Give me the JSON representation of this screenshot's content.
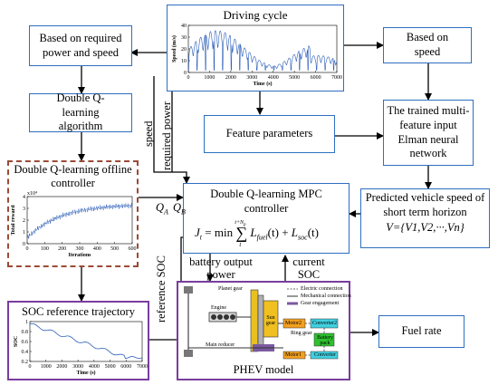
{
  "driving_cycle": {
    "title": "Driving cycle",
    "ylabel": "Speed (m/s)",
    "xlabel": "Time (s)",
    "yticks": [
      "0",
      "10",
      "20",
      "30",
      "40"
    ],
    "xticks": [
      "0",
      "1000",
      "2000",
      "3000",
      "4000",
      "5000",
      "6000",
      "7000"
    ]
  },
  "boxes": {
    "based_power_speed": "Based on required power and speed",
    "based_speed": "Based on speed",
    "dql_algorithm": "Double Q-learning algorithm",
    "feature_params": "Feature parameters",
    "elman": "The trained multi-feature input Elman neural network",
    "offline_title": "Double Q-learning offline controller",
    "mpc_title": "Double Q-learning MPC  controller",
    "predicted": "Predicted vehicle speed of short term horizon",
    "soc_title": "SOC reference trajectory",
    "phev_title": "PHEV model",
    "fuel_rate": "Fuel rate"
  },
  "formulas": {
    "mpc_lhs": "J",
    "mpc_sub": "t",
    "mpc_eq": "= min",
    "mpc_sum_top": "t+N",
    "mpc_sum_top_sub": "p",
    "mpc_sum_bot": "t",
    "mpc_term1": "L",
    "mpc_term1_sub": "fuel",
    "mpc_arg": "(t)",
    "mpc_plus": "+",
    "mpc_term2": "L",
    "mpc_term2_sub": "soc",
    "pred_vec": "V={V1,V2,···,Vn}"
  },
  "labels": {
    "speed": "speed",
    "required_power": "required power",
    "qa": "Q",
    "qa_sub": "A",
    "qb": "Q",
    "qb_sub": "B",
    "reference_soc": "reference SOC",
    "battery_output_power": "battery output power",
    "current_soc": "current SOC"
  },
  "reward_chart": {
    "ylabel": "Total reward",
    "xlabel": "Iterations",
    "exp": "x10⁴",
    "yticks": [
      "0",
      "1",
      "2",
      "3",
      "4"
    ],
    "xticks": [
      "0",
      "100",
      "200",
      "300",
      "400",
      "500",
      "600"
    ]
  },
  "soc_chart": {
    "ylabel": "SOC",
    "xlabel": "Time (s)",
    "yticks": [
      "0.2",
      "0.4",
      "0.6",
      "0.8",
      "1"
    ],
    "xticks": [
      "0",
      "1000",
      "2000",
      "3000",
      "4000",
      "5000",
      "6000",
      "7000"
    ]
  },
  "phev": {
    "planet_gear": "Planet gear",
    "engine": "Engine",
    "sun_gear": "Sun gear",
    "motor2": "Motor2",
    "converter2": "Converter2",
    "ring_gear": "Ring gear",
    "battery_pack": "Battery pack",
    "main_reducer": "Main reducer",
    "motor1": "Motor1",
    "converter": "Converter",
    "legend_electric": "Electric connection",
    "legend_mechanical": "Mechanical connection",
    "legend_gear": "Gear engagement"
  },
  "colors": {
    "box_border": "#2e6fbf",
    "offline_border": "#9c4a35",
    "phev_border": "#7a3d9e",
    "curve": "#2a5cb8"
  }
}
